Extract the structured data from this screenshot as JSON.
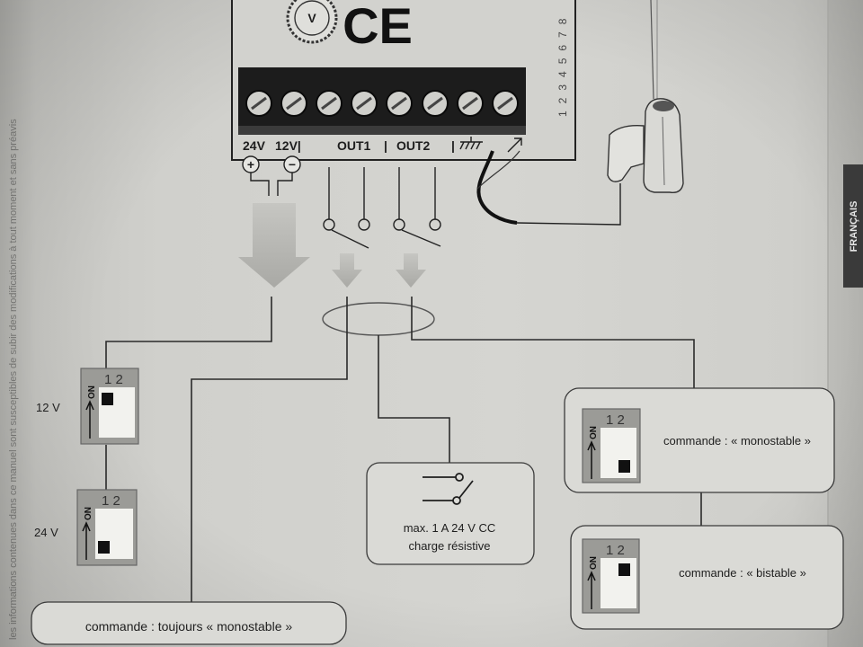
{
  "module": {
    "seal_letter": "V",
    "mark": "CE",
    "dip_numbers": "12345678",
    "terminals": [
      "24V",
      "12V|",
      "OUT1",
      "|",
      "OUT2",
      "|"
    ],
    "power_plus": "+",
    "power_minus": "−"
  },
  "voltage_labels": {
    "v12": "12 V",
    "v24": "24 V"
  },
  "dip_switches": {
    "header": "1 2",
    "on_label": "ON",
    "v12": {
      "switch": 1,
      "state": "on"
    },
    "v24": {
      "switch": 1,
      "state": "off"
    },
    "monostable": {
      "switch": 2,
      "state": "off"
    },
    "bistable": {
      "switch": 2,
      "state": "on"
    }
  },
  "boxes": {
    "always_monostable": "commande : toujours « monostable »",
    "load_line1": "max. 1 A 24 V CC",
    "load_line2": "charge résistive",
    "monostable": "commande : « monostable »",
    "bistable": "commande : « bistable »"
  },
  "side_tab": "FRANÇAIS",
  "margin_note": "les informations contenues dans ce manuel sont susceptibles de subir des modifications à tout moment et sans préavis",
  "icons": {
    "seal": "seal-icon",
    "ground": "ground-icon",
    "antenna_terminal": "antenna-terminal-icon",
    "relay_contact": "relay-contact-icon",
    "arrow": "arrow-down-icon",
    "antenna": "antenna-icon"
  },
  "colors": {
    "ink": "#222222",
    "tab": "#3a3a3a",
    "dip_knob": "#111111",
    "dip_body": "#9b9b97"
  }
}
